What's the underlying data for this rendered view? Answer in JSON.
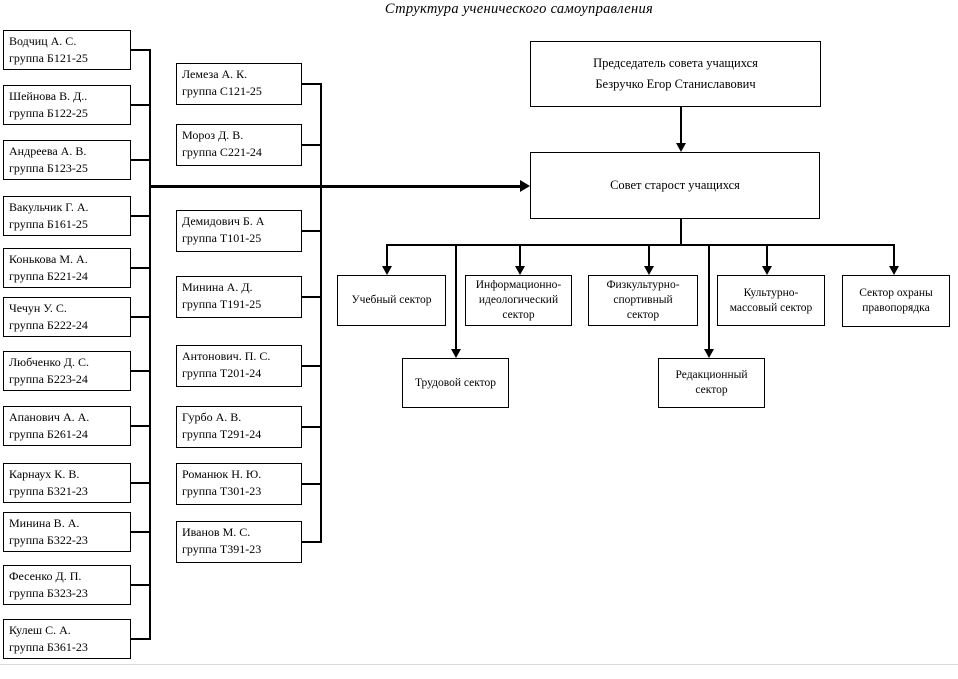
{
  "title": "Структура ученического самоуправления",
  "left_column": {
    "boxes": [
      {
        "name": "Водчиц А. С.",
        "group": "группа Б121-25"
      },
      {
        "name": "Шейнова В. Д..",
        "group": "группа Б122-25"
      },
      {
        "name": "Андреева А. В.",
        "group": "группа Б123-25"
      },
      {
        "name": "Вакульчик Г. А.",
        "group": "группа Б161-25"
      },
      {
        "name": "Конькова М. А.",
        "group": "группа Б221-24"
      },
      {
        "name": "Чечун У. С.",
        "group": "группа Б222-24"
      },
      {
        "name": "Любченко Д. С.",
        "group": "группа Б223-24"
      },
      {
        "name": "Апанович А. А.",
        "group": "группа Б261-24"
      },
      {
        "name": "Карнаух К. В.",
        "group": "группа Б321-23"
      },
      {
        "name": "Минина В. А.",
        "group": "группа Б322-23"
      },
      {
        "name": "Фесенко Д. П.",
        "group": "группа Б323-23"
      },
      {
        "name": "Кулеш С. А.",
        "group": "группа Б361-23"
      }
    ]
  },
  "middle_column": {
    "boxes": [
      {
        "name": "Лемеза А. К.",
        "group": "группа С121-25"
      },
      {
        "name": "Мороз Д. В.",
        "group": "группа С221-24"
      },
      {
        "name": "Демидович Б. А",
        "group": "группа Т101-25"
      },
      {
        "name": "Минина А. Д.",
        "group": "группа Т191-25"
      },
      {
        "name": "Антонович. П. С.",
        "group": "группа Т201-24"
      },
      {
        "name": "Гурбо А. В.",
        "group": "группа Т291-24"
      },
      {
        "name": "Романюк Н. Ю.",
        "group": "группа Т301-23"
      },
      {
        "name": "Иванов М. С.",
        "group": "группа Т391-23"
      }
    ]
  },
  "chairman": {
    "line1": "Председатель совета учащихся",
    "line2": "Безручко Егор Станиславович"
  },
  "council": {
    "label": "Совет старост учащихся"
  },
  "sectors": {
    "uchebny": "Учебный сектор",
    "info": "Информационно-\nидеологический\nсектор",
    "fizkult": "Физкультурно-\nспортивный\nсектор",
    "kultura": "Культурно-\nмассовый сектор",
    "ohrana": "Сектор охраны\nправопорядка",
    "trudovoy": "Трудовой сектор",
    "redaktsiya": "Редакционный\nсектор"
  }
}
